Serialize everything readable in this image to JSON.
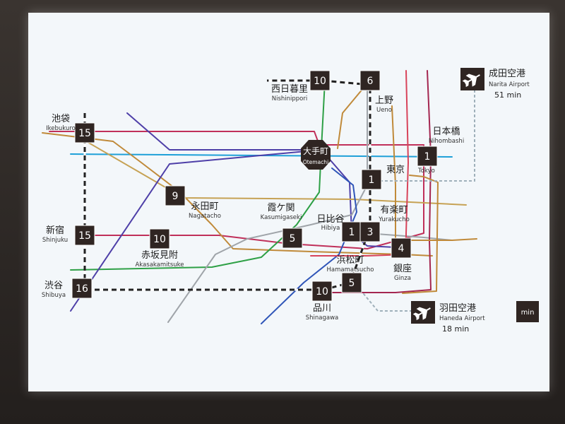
{
  "colors": {
    "marunouchi": "#c0305a",
    "ginza": "#c08a3a",
    "hibiya": "#9fa4a9",
    "tozai": "#1ea0d8",
    "chiyoda": "#2ea046",
    "hanzomon": "#4e3fa8",
    "yurakucho": "#c6a254",
    "mita": "#2f55b8",
    "asakusa": "#d8435a",
    "oedo": "#a42650",
    "namboku": "#1e9d83",
    "yamanote": "#222222",
    "box": "#2f2522",
    "jr_dash": "#97a8b2"
  },
  "stations": {
    "nishinippori": {
      "ja": "西日暮里",
      "en": "Nishinippori",
      "min": "10"
    },
    "ueno": {
      "ja": "上野",
      "en": "Ueno",
      "min": "6"
    },
    "ikebukuro": {
      "ja": "池袋",
      "en": "Ikebukuro",
      "min": "15"
    },
    "nihombashi": {
      "ja": "日本橋",
      "en": "Nihombashi",
      "min": "1"
    },
    "otemachi": {
      "ja": "大手町",
      "en": "Otemachi"
    },
    "tokyo": {
      "ja": "東京",
      "en": "Tokyo",
      "min": "1"
    },
    "nagatacho": {
      "ja": "永田町",
      "en": "Nagatacho",
      "min": "9"
    },
    "kasumigaseki": {
      "ja": "霞ケ関",
      "en": "Kasumigaseki",
      "min": "5"
    },
    "hibiya": {
      "ja": "日比谷",
      "en": "Hibiya",
      "min": "1"
    },
    "yurakucho": {
      "ja": "有楽町",
      "en": "Yurakucho",
      "min": "3"
    },
    "shinjuku": {
      "ja": "新宿",
      "en": "Shinjuku",
      "min": "15"
    },
    "akasakamitsuke": {
      "ja": "赤坂見附",
      "en": "Akasakamitsuke",
      "min": "10"
    },
    "ginza": {
      "ja": "銀座",
      "en": "Ginza",
      "min": "4"
    },
    "hamamatsucho": {
      "ja": "浜松町",
      "en": "Hamamatsucho",
      "min": "5"
    },
    "shibuya": {
      "ja": "渋谷",
      "en": "Shibuya",
      "min": "16"
    },
    "shinagawa": {
      "ja": "品川",
      "en": "Shinagawa",
      "min": "10"
    }
  },
  "airports": {
    "narita": {
      "ja": "成田空港",
      "en": "Narita Airport",
      "time": "51 min",
      "icon": "airplane-icon"
    },
    "haneda": {
      "ja": "羽田空港",
      "en": "Haneda Airport",
      "time": "18 min",
      "icon": "airplane-icon"
    }
  },
  "legend": {
    "label": "min"
  }
}
